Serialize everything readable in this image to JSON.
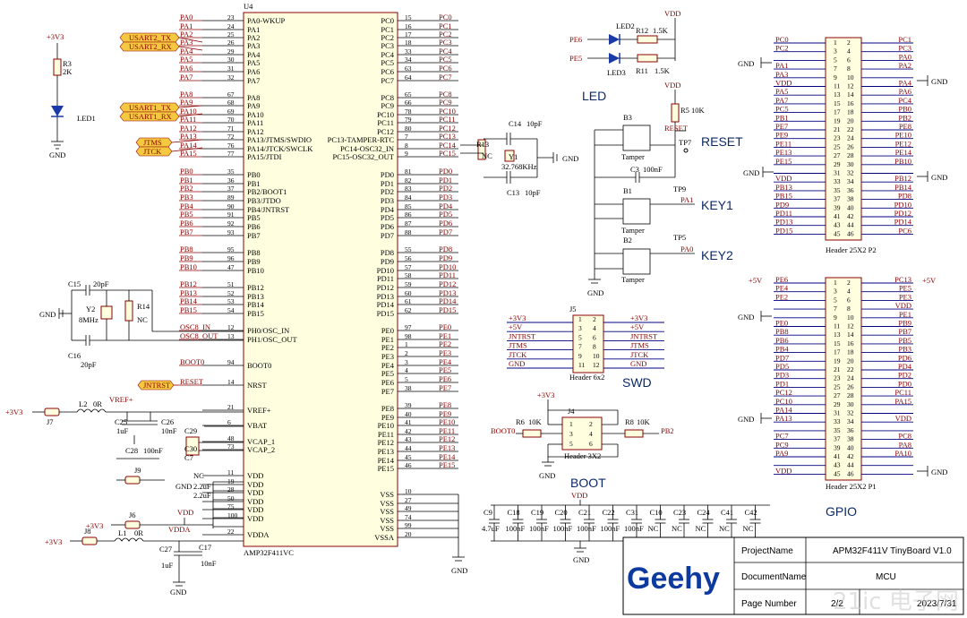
{
  "mcu": {
    "ref": "U4",
    "part": "AMP32F411VC",
    "left_pins": [
      {
        "name": "PA0-WKUP",
        "num": "23",
        "net": "PA0"
      },
      {
        "name": "PA1",
        "num": "24",
        "net": "PA1"
      },
      {
        "name": "PA2",
        "num": "25",
        "net": "PA2"
      },
      {
        "name": "PA3",
        "num": "26",
        "net": "PA3"
      },
      {
        "name": "PA4",
        "num": "29",
        "net": "PA4"
      },
      {
        "name": "PA5",
        "num": "30",
        "net": "PA5"
      },
      {
        "name": "PA6",
        "num": "31",
        "net": "PA6"
      },
      {
        "name": "PA7",
        "num": "32",
        "net": "PA7"
      },
      {
        "name": "PA8",
        "num": "67",
        "net": "PA8"
      },
      {
        "name": "PA9",
        "num": "68",
        "net": "PA9"
      },
      {
        "name": "PA10",
        "num": "69",
        "net": "PA10"
      },
      {
        "name": "PA11",
        "num": "70",
        "net": "PA11"
      },
      {
        "name": "PA12",
        "num": "71",
        "net": "PA12"
      },
      {
        "name": "PA13/JTMS/SWDIO",
        "num": "72",
        "net": "PA13"
      },
      {
        "name": "PA14/JTCK/SWCLK",
        "num": "76",
        "net": "PA14"
      },
      {
        "name": "PA15/JTDI",
        "num": "77",
        "net": "PA15"
      },
      {
        "name": "PB0",
        "num": "35",
        "net": "PB0"
      },
      {
        "name": "PB1",
        "num": "36",
        "net": "PB1"
      },
      {
        "name": "PB2/BOOT1",
        "num": "37",
        "net": "PB2"
      },
      {
        "name": "PB3/JTDO",
        "num": "89",
        "net": "PB3"
      },
      {
        "name": "PB4/JNTRST",
        "num": "90",
        "net": "PB4"
      },
      {
        "name": "PB5",
        "num": "91",
        "net": "PB5"
      },
      {
        "name": "PB6",
        "num": "92",
        "net": "PB6"
      },
      {
        "name": "PB7",
        "num": "93",
        "net": "PB7"
      },
      {
        "name": "PB8",
        "num": "95",
        "net": "PB8"
      },
      {
        "name": "PB9",
        "num": "96",
        "net": "PB9"
      },
      {
        "name": "PB10",
        "num": "47",
        "net": "PB10"
      },
      {
        "name": "PB12",
        "num": "51",
        "net": "PB12"
      },
      {
        "name": "PB13",
        "num": "52",
        "net": "PB13"
      },
      {
        "name": "PB14",
        "num": "53",
        "net": "PB14"
      },
      {
        "name": "PB15",
        "num": "54",
        "net": "PB15"
      },
      {
        "name": "PH0/OSC_IN",
        "num": "12",
        "net": "OSC8_IN"
      },
      {
        "name": "PH1/OSC_OUT",
        "num": "13",
        "net": "OSC8_OUT"
      },
      {
        "name": "BOOT0",
        "num": "94",
        "net": "BOOT0"
      },
      {
        "name": "NRST",
        "num": "14",
        "net": "RESET"
      },
      {
        "name": "VREF+",
        "num": "21",
        "net": ""
      },
      {
        "name": "VBAT",
        "num": "6",
        "net": ""
      },
      {
        "name": "VCAP_1",
        "num": "48",
        "net": ""
      },
      {
        "name": "VCAP_2",
        "num": "73",
        "net": ""
      },
      {
        "name": "VDD",
        "num": "11",
        "net": ""
      },
      {
        "name": "VDD",
        "num": "19",
        "net": ""
      },
      {
        "name": "VDD",
        "num": "28",
        "net": ""
      },
      {
        "name": "VDD",
        "num": "50",
        "net": ""
      },
      {
        "name": "VDD",
        "num": "75",
        "net": ""
      },
      {
        "name": "VDD",
        "num": "100",
        "net": ""
      },
      {
        "name": "VDDA",
        "num": "22",
        "net": ""
      }
    ],
    "right_pins": [
      {
        "name": "PC0",
        "num": "15",
        "net": "PC0"
      },
      {
        "name": "PC1",
        "num": "16",
        "net": "PC1"
      },
      {
        "name": "PC2",
        "num": "17",
        "net": "PC2"
      },
      {
        "name": "PC3",
        "num": "18",
        "net": "PC3"
      },
      {
        "name": "PC4",
        "num": "33",
        "net": "PC4"
      },
      {
        "name": "PC5",
        "num": "34",
        "net": "PC5"
      },
      {
        "name": "PC6",
        "num": "63",
        "net": "PC6"
      },
      {
        "name": "PC7",
        "num": "64",
        "net": "PC7"
      },
      {
        "name": "PC8",
        "num": "65",
        "net": "PC8"
      },
      {
        "name": "PC9",
        "num": "66",
        "net": "PC9"
      },
      {
        "name": "PC10",
        "num": "78",
        "net": "PC10"
      },
      {
        "name": "PC11",
        "num": "79",
        "net": "PC11"
      },
      {
        "name": "PC12",
        "num": "80",
        "net": "PC12"
      },
      {
        "name": "PC13-TAMPER-RTC",
        "num": "7",
        "net": "PC13"
      },
      {
        "name": "PC14-OSC32_IN",
        "num": "8",
        "net": "PC14"
      },
      {
        "name": "PC15-OSC32_OUT",
        "num": "9",
        "net": "PC15"
      },
      {
        "name": "PD0",
        "num": "81",
        "net": "PD0"
      },
      {
        "name": "PD1",
        "num": "82",
        "net": "PD1"
      },
      {
        "name": "PD2",
        "num": "83",
        "net": "PD2"
      },
      {
        "name": "PD3",
        "num": "84",
        "net": "PD3"
      },
      {
        "name": "PD4",
        "num": "85",
        "net": "PD4"
      },
      {
        "name": "PD5",
        "num": "86",
        "net": "PD5"
      },
      {
        "name": "PD6",
        "num": "87",
        "net": "PD6"
      },
      {
        "name": "PD7",
        "num": "88",
        "net": "PD7"
      },
      {
        "name": "PD8",
        "num": "55",
        "net": "PD8"
      },
      {
        "name": "PD9",
        "num": "56",
        "net": "PD9"
      },
      {
        "name": "PD10",
        "num": "57",
        "net": "PD10"
      },
      {
        "name": "PD11",
        "num": "58",
        "net": "PD11"
      },
      {
        "name": "PD12",
        "num": "59",
        "net": "PD12"
      },
      {
        "name": "PD13",
        "num": "60",
        "net": "PD13"
      },
      {
        "name": "PD14",
        "num": "61",
        "net": "PD14"
      },
      {
        "name": "PD15",
        "num": "62",
        "net": "PD15"
      },
      {
        "name": "PE0",
        "num": "97",
        "net": "PE0"
      },
      {
        "name": "PE1",
        "num": "98",
        "net": "PE1"
      },
      {
        "name": "PE2",
        "num": "1",
        "net": "PE2"
      },
      {
        "name": "PE3",
        "num": "2",
        "net": "PE3"
      },
      {
        "name": "PE4",
        "num": "3",
        "net": "PE4"
      },
      {
        "name": "PE5",
        "num": "4",
        "net": "PE5"
      },
      {
        "name": "PE6",
        "num": "5",
        "net": "PE6"
      },
      {
        "name": "PE7",
        "num": "38",
        "net": "PE7"
      },
      {
        "name": "PE8",
        "num": "39",
        "net": "PE8"
      },
      {
        "name": "PE9",
        "num": "40",
        "net": "PE9"
      },
      {
        "name": "PE10",
        "num": "41",
        "net": "PE10"
      },
      {
        "name": "PE11",
        "num": "42",
        "net": "PE11"
      },
      {
        "name": "PE12",
        "num": "43",
        "net": "PE12"
      },
      {
        "name": "PE13",
        "num": "44",
        "net": "PE13"
      },
      {
        "name": "PE14",
        "num": "45",
        "net": "PE14"
      },
      {
        "name": "PE15",
        "num": "46",
        "net": "PE15"
      },
      {
        "name": "VSS",
        "num": "10",
        "net": ""
      },
      {
        "name": "VSS",
        "num": "27",
        "net": ""
      },
      {
        "name": "VSS",
        "num": "49",
        "net": ""
      },
      {
        "name": "VSS",
        "num": "74",
        "net": ""
      },
      {
        "name": "VSS",
        "num": "99",
        "net": ""
      },
      {
        "name": "VSSA",
        "num": "20",
        "net": ""
      }
    ]
  },
  "flags": {
    "usart2_tx": "USART2_TX",
    "usart2_rx": "USART2_RX",
    "usart1_tx": "USART1_TX",
    "usart1_rx": "USART1_RX",
    "jtms": "JTMS",
    "jtck": "JTCK",
    "jntrst": "JNTRST"
  },
  "power": {
    "v33": "+3V3",
    "v5": "+5V",
    "vdd": "VDD",
    "vdda": "VDDA",
    "vref": "VREF+",
    "gnd": "GND"
  },
  "components": {
    "r3": "R3",
    "r3v": "2K",
    "led1": "LED1",
    "c15": "C15",
    "c15v": "20pF",
    "c16": "C16",
    "c16v": "20pF",
    "y2": "Y2",
    "y2v": "8MHz",
    "r14": "R14",
    "r14v": "NC",
    "l2": "L2",
    "l2v": "0R",
    "j7": "J7",
    "c25": "C25",
    "c25v": "1uF",
    "c26": "C26",
    "c26v": "10nF",
    "c29": "C29",
    "c30": "C30",
    "c7": "C7",
    "c28": "C28",
    "c28v": "100nF",
    "j9": "J9",
    "nc": "NC",
    "cap22a": "2.2uF",
    "cap22b": "2.2uF",
    "j6": "J6",
    "j8": "J8",
    "l1": "L1",
    "l1v": "0R",
    "c27": "C27",
    "c27v": "1uF",
    "c17": "C17",
    "c17v": "10nF",
    "c14": "C14",
    "c14v": "10pF",
    "c13": "C13",
    "c13v": "10pF",
    "r13": "R13",
    "r13v": "NC",
    "y1": "Y1",
    "y1v": "32.768KHz",
    "led2": "LED2",
    "led3": "LED3",
    "r12": "R12",
    "r12v": "1.5K",
    "r11": "R11",
    "r11v": "1.5K",
    "pe6": "PE6",
    "pe5": "PE5",
    "r5": "R5",
    "r5v": "10K",
    "b3": "B3",
    "b1": "B1",
    "b2": "B2",
    "tamper": "Tamper",
    "tp7": "TP7",
    "tp9": "TP9",
    "tp5": "TP5",
    "c3": "C3",
    "c3v": "100nF",
    "reset": "RESET",
    "pa1": "PA1",
    "pa0": "PA0",
    "j5": "J5",
    "j4": "J4",
    "r6": "R6",
    "r6v": "10K",
    "r8": "R8",
    "r8v": "10K",
    "boot0": "BOOT0",
    "pb2": "PB2",
    "h6x2": "Header 6x2",
    "h3x2": "Header 3X2"
  },
  "section_labels": {
    "led": "LED",
    "reset": "RESET",
    "key1": "KEY1",
    "key2": "KEY2",
    "swd": "SWD",
    "boot": "BOOT",
    "gpio": "GPIO"
  },
  "swd_rows": [
    {
      "l": "+3V3",
      "a": "1",
      "b": "2",
      "r": "+3V3"
    },
    {
      "l": "+5V",
      "a": "3",
      "b": "4",
      "r": "+5V"
    },
    {
      "l": "JNTRST",
      "a": "5",
      "b": "6",
      "r": "JNTRST"
    },
    {
      "l": "JTMS",
      "a": "7",
      "b": "8",
      "r": "JTMS"
    },
    {
      "l": "JTCK",
      "a": "9",
      "b": "10",
      "r": "JTCK"
    },
    {
      "l": "GND",
      "a": "11",
      "b": "12",
      "r": "GND"
    }
  ],
  "bottom_caps": {
    "refs": [
      "C9",
      "C18",
      "C19",
      "C20",
      "C21",
      "C22",
      "C31",
      "C10",
      "C23",
      "C24",
      "C41",
      "C42"
    ],
    "vals": [
      "4.7uF",
      "100nF",
      "100nF",
      "100nF",
      "100nF",
      "100nF",
      "100nF",
      "NC",
      "NC",
      "NC",
      "NC",
      "NC"
    ]
  },
  "header_p2": {
    "label": "Header 25X2  P2",
    "rows": [
      [
        "PC0",
        "1",
        "2",
        "PC1"
      ],
      [
        "PC2",
        "3",
        "4",
        "PC3"
      ],
      [
        "",
        "5",
        "6",
        "PA0"
      ],
      [
        "PA1",
        "7",
        "8",
        "PA2"
      ],
      [
        "PA3",
        "9",
        "10",
        ""
      ],
      [
        "VDD",
        "11",
        "12",
        "PA4"
      ],
      [
        "PA5",
        "13",
        "14",
        "PA6"
      ],
      [
        "PA7",
        "15",
        "16",
        "PC4"
      ],
      [
        "PC5",
        "17",
        "18",
        "PB0"
      ],
      [
        "PB1",
        "19",
        "20",
        "PB2"
      ],
      [
        "PE7",
        "21",
        "22",
        "PE8"
      ],
      [
        "PE9",
        "23",
        "24",
        "PE10"
      ],
      [
        "PE11",
        "25",
        "26",
        "PE12"
      ],
      [
        "PE13",
        "27",
        "28",
        "PE14"
      ],
      [
        "PE15",
        "29",
        "30",
        "PB10"
      ],
      [
        "",
        "31",
        "32",
        ""
      ],
      [
        "VDD",
        "33",
        "34",
        "PB12"
      ],
      [
        "PB13",
        "35",
        "36",
        "PB14"
      ],
      [
        "PB15",
        "37",
        "38",
        "PD8"
      ],
      [
        "PD9",
        "39",
        "40",
        "PD10"
      ],
      [
        "PD11",
        "41",
        "42",
        "PD12"
      ],
      [
        "PD13",
        "43",
        "44",
        "PD14"
      ],
      [
        "PD15",
        "45",
        "46",
        "PC6"
      ]
    ]
  },
  "header_p1": {
    "label": "Header 25X2  P1",
    "rows": [
      [
        "PE6",
        "1",
        "2",
        "PC13"
      ],
      [
        "PE4",
        "3",
        "4",
        "PE5"
      ],
      [
        "PE2",
        "5",
        "6",
        "PE3"
      ],
      [
        "",
        "7",
        "8",
        "VDD"
      ],
      [
        "",
        "9",
        "10",
        "PE1"
      ],
      [
        "PE0",
        "11",
        "12",
        "PB9"
      ],
      [
        "PB8",
        "13",
        "14",
        "PB7"
      ],
      [
        "PB6",
        "15",
        "16",
        "PB5"
      ],
      [
        "PB4",
        "17",
        "18",
        "PB3"
      ],
      [
        "PD7",
        "19",
        "20",
        "PD6"
      ],
      [
        "PD5",
        "21",
        "22",
        "PD4"
      ],
      [
        "PD3",
        "23",
        "24",
        "PD2"
      ],
      [
        "PD1",
        "25",
        "26",
        "PD0"
      ],
      [
        "PC12",
        "27",
        "28",
        "PC11"
      ],
      [
        "PC10",
        "29",
        "30",
        "PA15"
      ],
      [
        "PA14",
        "31",
        "32",
        ""
      ],
      [
        "PA13",
        "33",
        "34",
        "VDD"
      ],
      [
        "",
        "35",
        "36",
        ""
      ],
      [
        "PC7",
        "37",
        "38",
        "PC8"
      ],
      [
        "PC9",
        "39",
        "40",
        "PA8"
      ],
      [
        "PA9",
        "41",
        "42",
        "PA10"
      ],
      [
        "",
        "43",
        "44",
        ""
      ],
      [
        "VDD",
        "45",
        "46",
        ""
      ]
    ]
  },
  "title_block": {
    "logo": "Geehy",
    "project_label": "ProjectName",
    "project_value": "APM32F411V TinyBoard  V1.0",
    "doc_label": "DocumentName",
    "doc_value": "MCU",
    "page_label": "Page Number",
    "page_value": "2/2",
    "date_value": "2023/7/31"
  },
  "watermark": "21ic 电子网",
  "colors": {
    "wire": "#000000",
    "net": "#8b0000",
    "bus": "#000080",
    "flag": "#f5c842",
    "part": "#ffffe0",
    "title": "#0d2a66"
  }
}
